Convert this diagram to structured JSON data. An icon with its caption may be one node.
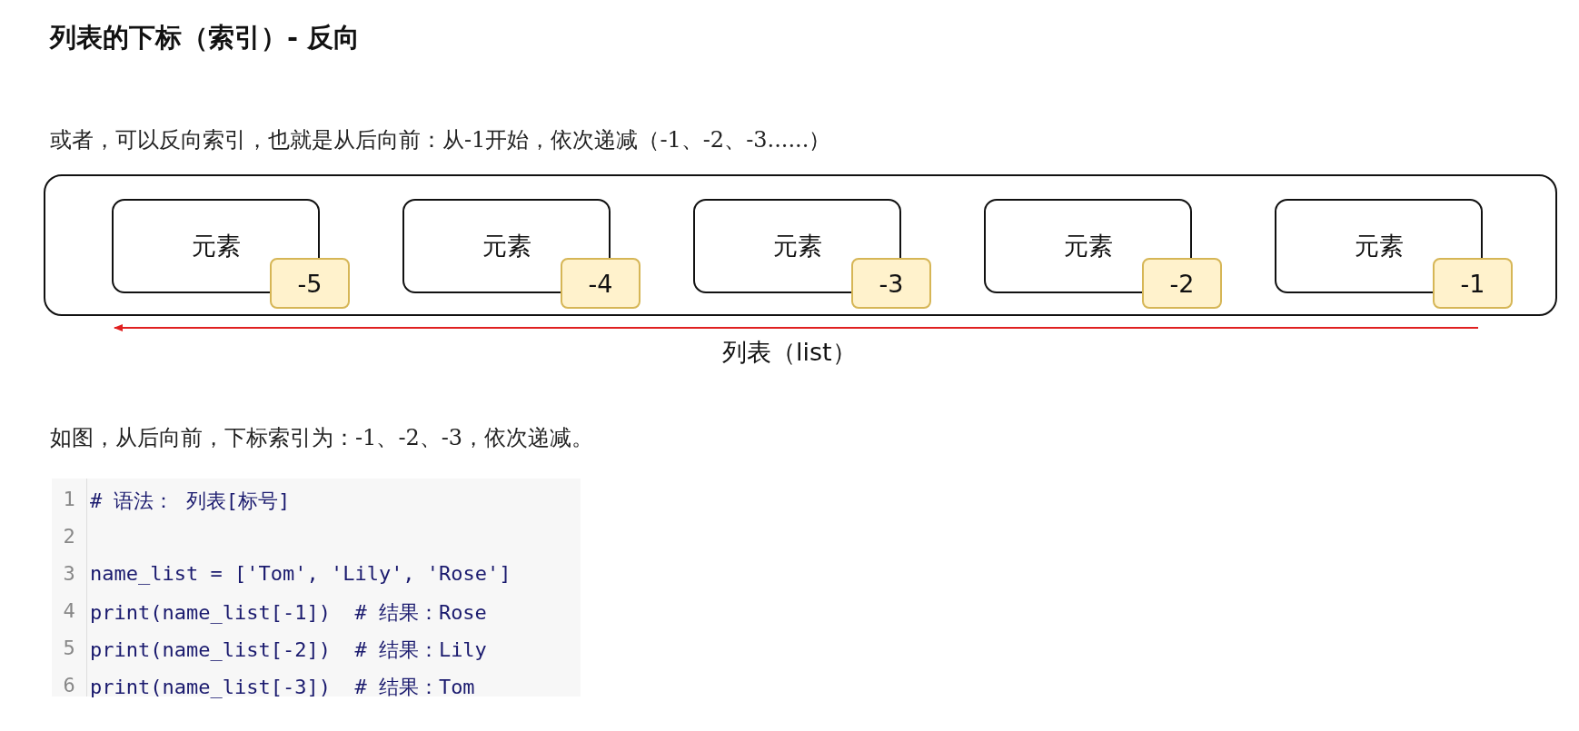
{
  "diagram": {
    "title": "列表的下标（索引）- 反向",
    "nodes": [
      {
        "text": [
          "列表（list）"
        ]
      },
      {
        "text": [
          "元素"
        ],
        "in": 0
      },
      {
        "text": [
          "-5"
        ],
        "in": 0
      },
      {
        "text": [
          "元素"
        ],
        "in": 0
      },
      {
        "text": [
          "-4"
        ],
        "in": 0
      },
      {
        "text": [
          "元素"
        ],
        "in": 0
      },
      {
        "text": [
          "-3"
        ],
        "in": 0
      },
      {
        "text": [
          "元素"
        ],
        "in": 0
      },
      {
        "text": [
          "-2"
        ],
        "in": 0
      },
      {
        "text": [
          "元素"
        ],
        "in": 0
      },
      {
        "text": [
          "-1"
        ],
        "in": 0
      }
    ],
    "edges": [],
    "labels": [
      "或者，可以反向索引，也就是从后向前：从-1开始，依次递减（-1、-2、-3......）",
      "如图，从后向前，下标索引为：-1、-2、-3，依次递减。",
      "1",
      "# 语法： 列表[标号]",
      "2",
      "3",
      "name_list = ['Tom', 'Lily', 'Rose']",
      "4",
      "print(name_list[-1])  # 结果：Rose",
      "5",
      "print(name_list[-2])  # 结果：Lily",
      "6",
      "print(name_list[-3])  # 结果：Tom"
    ]
  }
}
